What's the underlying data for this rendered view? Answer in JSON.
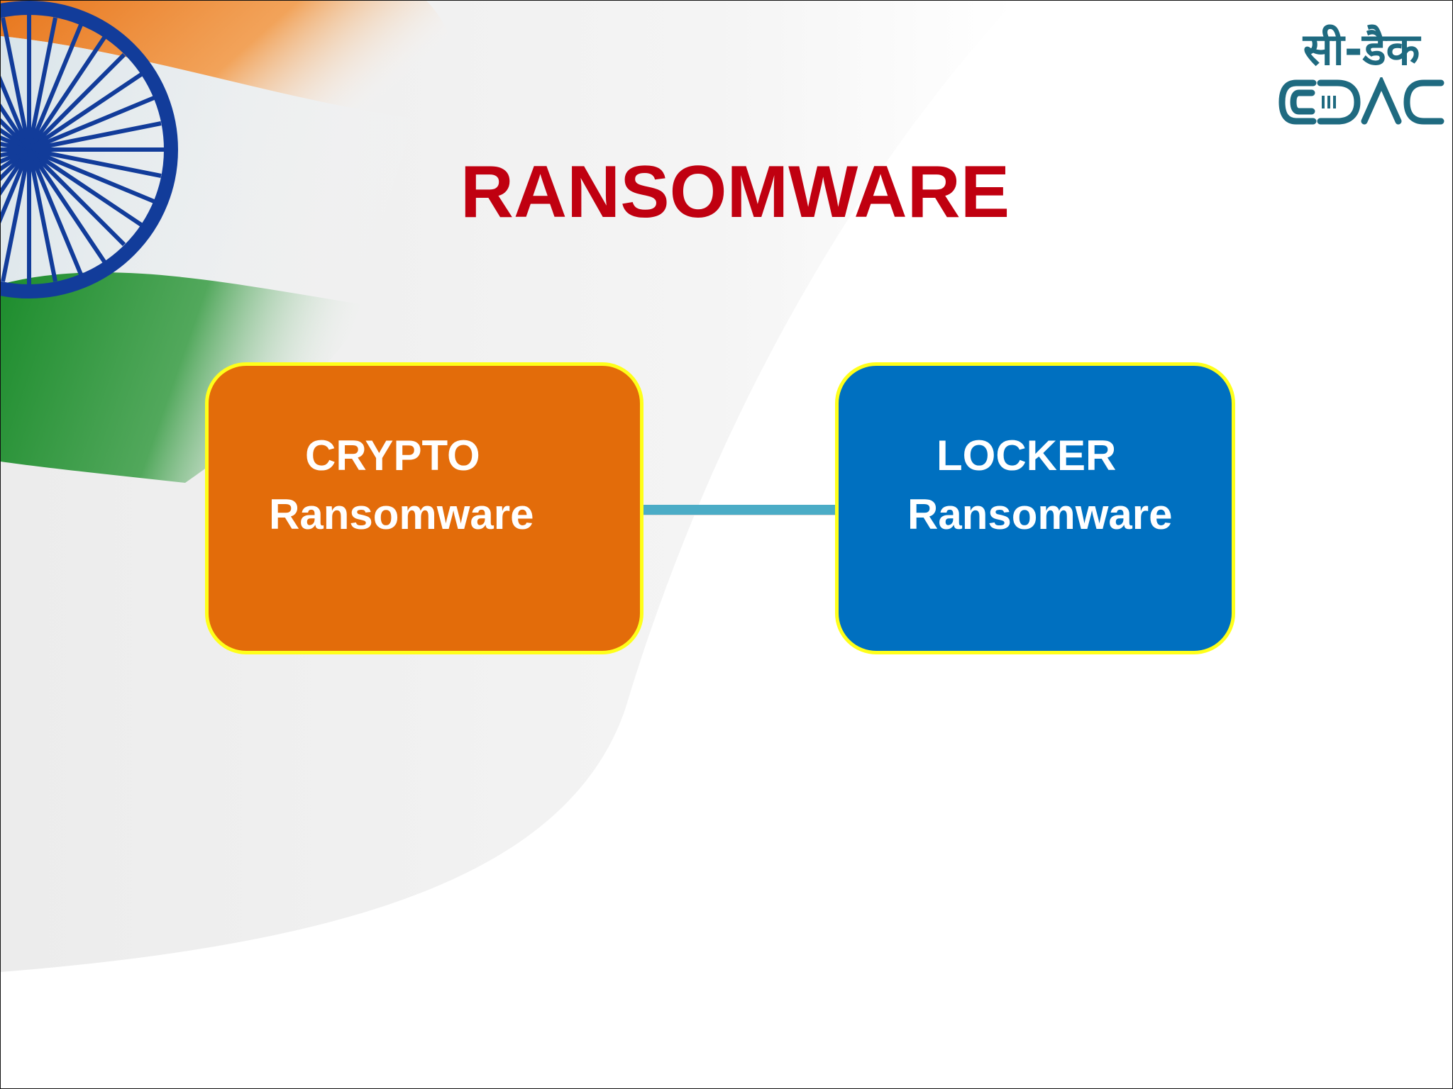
{
  "slide": {
    "title": "RANSOMWARE",
    "logo": {
      "hindi_text": "सी-डैक",
      "latin_text": "CDAC"
    },
    "diagram": {
      "nodes": [
        {
          "id": "crypto",
          "line1": "CRYPTO",
          "line2": "Ransomware",
          "fill": "#e36c0a"
        },
        {
          "id": "locker",
          "line1": "LOCKER",
          "line2": "Ransomware",
          "fill": "#0070c0"
        }
      ],
      "edges": [
        {
          "from": "crypto",
          "to": "locker"
        }
      ],
      "node_border_color": "#ffff1a",
      "edge_color": "#4bacc6"
    },
    "colors": {
      "title": "#c00010",
      "logo": "#1f6a80"
    }
  }
}
